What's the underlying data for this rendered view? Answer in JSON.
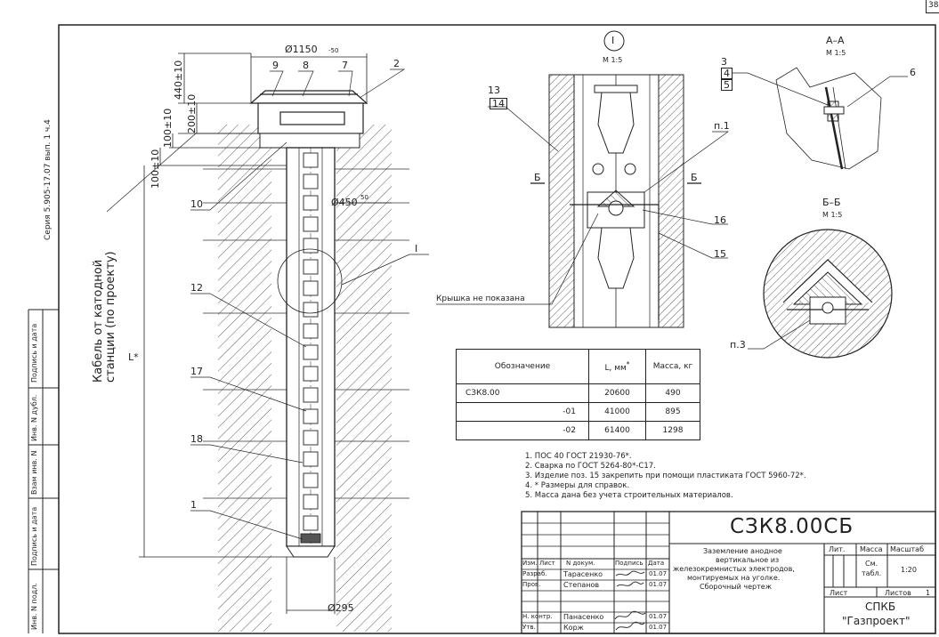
{
  "sheet": {
    "page_number": "38",
    "series_label": "Серия 5.905-17.07 вып. 1 ч.4",
    "side_labels": [
      "Подпись и дата",
      "Инв. N дубл.",
      "Взам инв. N",
      "Подпись и дата",
      "Инв. N подл."
    ]
  },
  "dimensions": {
    "dia_1150": "Ø1150",
    "dia_1150_tol": "-50",
    "d_440": "440±10",
    "d_200": "200±10",
    "d_100a": "100±10",
    "d_100b": "100±10",
    "dia_450": "Ø450",
    "dia_450_tol": "50",
    "dia_295": "Ø295",
    "length": "L*"
  },
  "callouts": {
    "main": [
      "9",
      "8",
      "7",
      "2",
      "10",
      "12",
      "17",
      "18",
      "1",
      "I"
    ],
    "detail": [
      "13",
      "14",
      "п.1",
      "16",
      "15",
      "6",
      "3",
      "4",
      "5"
    ],
    "cable": "Кабель от катодной станции (по проекту)",
    "lid_note": "Крышка не показана",
    "p3": "п.3"
  },
  "views": {
    "detail_id": "I",
    "detail_scale": "М 1:5",
    "section_aa": "А–А",
    "section_aa_scale": "М 1:5",
    "section_bb": "Б–Б",
    "section_bb_scale": "М 1:5",
    "cut_b_left": "Б",
    "cut_b_right": "Б"
  },
  "spec_table": {
    "headers": [
      "Обозначение",
      "L, мм",
      "Масса, кг"
    ],
    "header_star": "*",
    "rows": [
      [
        "СЗК8.00",
        "20600",
        "490"
      ],
      [
        "-01",
        "41000",
        "895"
      ],
      [
        "-02",
        "61400",
        "1298"
      ]
    ]
  },
  "notes": [
    "1. ПОС 40 ГОСТ 21930-76*.",
    "2. Сварка по ГОСТ 5264-80*-С17.",
    "3. Изделие поз. 15 закрепить при помощи пластиката ГОСТ 5960-72*.",
    "4. * Размеры для справок.",
    "5. Масса дана без учета строительных материалов."
  ],
  "title_block": {
    "designation": "СЗК8.00СБ",
    "title_lines": [
      "Заземление анодное",
      "вертикальное из",
      "железокремнистых электродов,",
      "монтируемых на уголке.",
      "Сборочный чертеж"
    ],
    "col_headers": [
      "Изм.",
      "Лист",
      "N докум.",
      "Подпись",
      "Дата"
    ],
    "roles": [
      {
        "role": "Разраб.",
        "name": "Тарасенко",
        "date": "01.07"
      },
      {
        "role": "Пров.",
        "name": "Степанов",
        "date": "01.07"
      },
      {
        "role": "Н. контр.",
        "name": "Панасенко",
        "date": "01.07"
      },
      {
        "role": "Утв.",
        "name": "Корж",
        "date": "01.07"
      }
    ],
    "lit_label": "Лит.",
    "mass_label": "Масса",
    "scale_label": "Масштаб",
    "mass_value_1": "См.",
    "mass_value_2": "табл.",
    "scale_value": "1:20",
    "sheet_label": "Лист",
    "sheets_label": "Листов",
    "sheets_value": "1",
    "org_line1": "СПКБ",
    "org_line2": "\"Газпроект\""
  }
}
